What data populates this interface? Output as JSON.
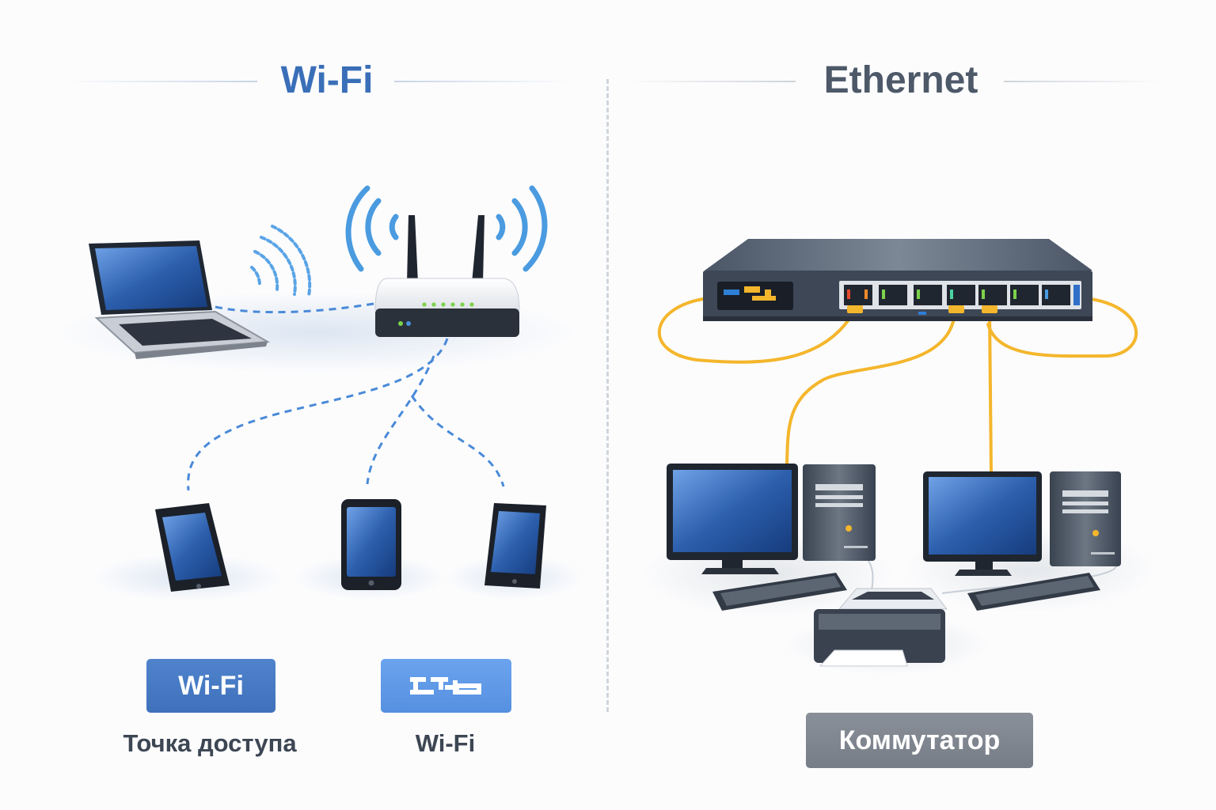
{
  "wifi_panel": {
    "title": "Wi-Fi",
    "badge_1_label": "Wi-Fi",
    "caption_1": "Точка доступа",
    "caption_2": "Wi-Fi"
  },
  "ethernet_panel": {
    "title": "Ethernet",
    "badge_label": "Коммутатор"
  },
  "colors": {
    "wifi_accent": "#3a6fb8",
    "signal_blue": "#4a9be0",
    "cable_yellow": "#f4b62c",
    "switch_body": "#3d4756",
    "ethernet_title": "#4d5968"
  },
  "icons": [
    "laptop-icon",
    "router-icon",
    "tablet-icon",
    "smartphone-icon",
    "network-switch-icon",
    "monitor-icon",
    "pc-tower-icon",
    "keyboard-icon",
    "printer-icon"
  ]
}
